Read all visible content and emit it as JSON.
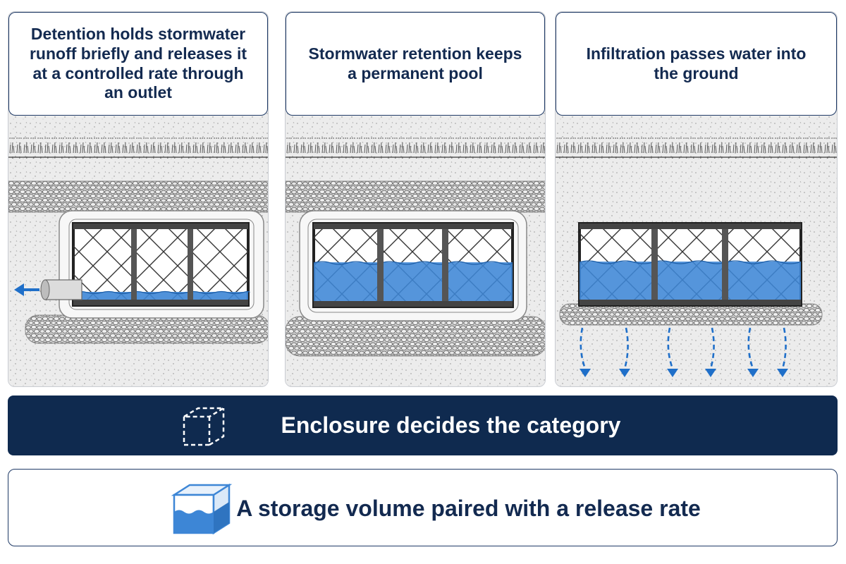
{
  "panels": [
    {
      "id": "detention",
      "caption": "Detention holds stormwater runoff briefly and releases it at a controlled rate through an outlet"
    },
    {
      "id": "retention",
      "caption": "Stormwater retention keeps a permanent pool"
    },
    {
      "id": "infiltration",
      "caption": "Infiltration passes water into the ground"
    }
  ],
  "banner": {
    "text": "Enclosure decides the category",
    "icon": "dashed-cube-icon"
  },
  "summary": {
    "text": "A storage volume paired with a release rate",
    "icon": "water-cube-icon"
  },
  "colors": {
    "navy": "#0f2a4f",
    "water": "#3d86d6",
    "arrow": "#1f6fc9"
  }
}
